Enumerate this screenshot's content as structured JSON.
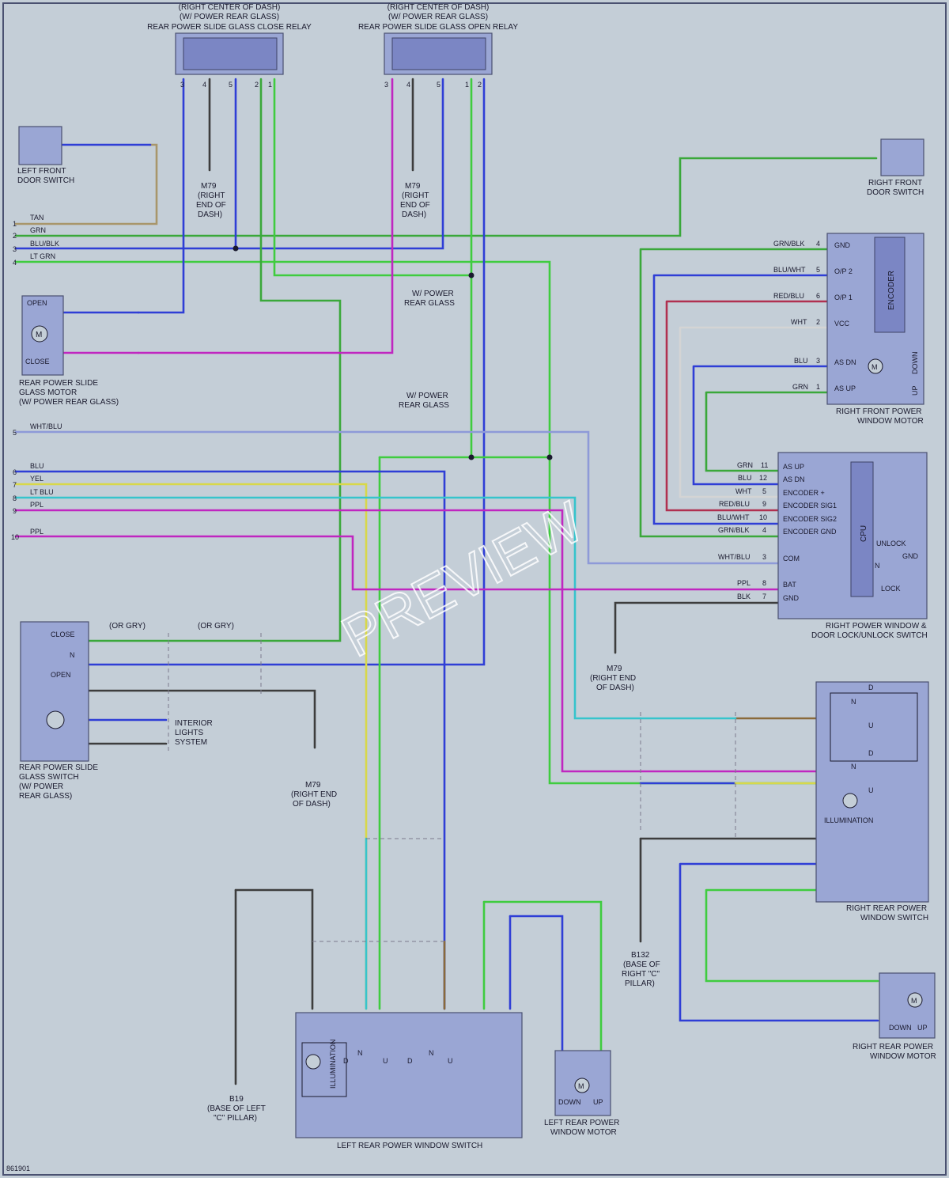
{
  "colors": {
    "BLU": "#2f3ed6",
    "GRN": "#3aa83a",
    "LTGRN": "#3fcc3f",
    "TAN": "#a8966b",
    "PPL": "#c026c0",
    "YEL": "#d8d84a",
    "LTBLU": "#36c4cc",
    "BLK": "#3d3d3d",
    "WHT": "#d4d4d4",
    "BRN": "#8a6a3a",
    "RED": "#b03050",
    "WHTBLU": "#8e9ad8"
  },
  "watermark": "PREVIEW",
  "figure_id": "861901",
  "components": {
    "close_relay": {
      "title1": "(RIGHT CENTER OF DASH)",
      "title2": "(W/ POWER REAR GLASS)",
      "title3": "REAR POWER SLIDE GLASS CLOSE RELAY",
      "pins": [
        "3",
        "4",
        "5",
        "2",
        "1"
      ]
    },
    "open_relay": {
      "title1": "(RIGHT CENTER OF DASH)",
      "title2": "(W/ POWER REAR GLASS)",
      "title3": "REAR POWER SLIDE GLASS OPEN RELAY",
      "pins": [
        "3",
        "4",
        "5",
        "1",
        "2"
      ]
    },
    "left_front_door_switch": {
      "label1": "LEFT FRONT",
      "label2": "DOOR SWITCH"
    },
    "right_front_door_switch": {
      "label1": "RIGHT FRONT",
      "label2": "DOOR SWITCH"
    },
    "slide_glass_motor": {
      "open": "OPEN",
      "close": "CLOSE",
      "m": "M",
      "label1": "REAR POWER SLIDE",
      "label2": "GLASS MOTOR",
      "label3": "(W/ POWER REAR GLASS)"
    },
    "rf_window_motor": {
      "label1": "RIGHT FRONT POWER",
      "label2": "WINDOW MOTOR",
      "encoder": "ENCODER",
      "down": "DOWN",
      "up": "UP",
      "m": "M",
      "pins": [
        {
          "wire": "GRN/BLK",
          "num": "4",
          "name": "GND"
        },
        {
          "wire": "BLU/WHT",
          "num": "5",
          "name": "O/P 2"
        },
        {
          "wire": "RED/BLU",
          "num": "6",
          "name": "O/P 1"
        },
        {
          "wire": "WHT",
          "num": "2",
          "name": "VCC"
        },
        {
          "wire": "BLU",
          "num": "3",
          "name": "AS DN"
        },
        {
          "wire": "GRN",
          "num": "1",
          "name": "AS UP"
        }
      ]
    },
    "rp_switch": {
      "label1": "RIGHT POWER WINDOW &",
      "label2": "DOOR LOCK/UNLOCK SWITCH",
      "cpu": "CPU",
      "unlock": "UNLOCK",
      "lock": "LOCK",
      "n": "N",
      "gnd": "GND",
      "pins": [
        {
          "wire": "GRN",
          "num": "11",
          "name": "AS UP"
        },
        {
          "wire": "BLU",
          "num": "12",
          "name": "AS DN"
        },
        {
          "wire": "WHT",
          "num": "5",
          "name": "ENCODER +"
        },
        {
          "wire": "RED/BLU",
          "num": "9",
          "name": "ENCODER SIG1"
        },
        {
          "wire": "BLU/WHT",
          "num": "10",
          "name": "ENCODER SIG2"
        },
        {
          "wire": "GRN/BLK",
          "num": "4",
          "name": "ENCODER GND"
        },
        {
          "wire": "WHT/BLU",
          "num": "3",
          "name": "COM"
        },
        {
          "wire": "PPL",
          "num": "8",
          "name": "BAT"
        },
        {
          "wire": "BLK",
          "num": "7",
          "name": "GND"
        }
      ]
    },
    "slide_glass_switch": {
      "close": "CLOSE",
      "n": "N",
      "open": "OPEN",
      "label1": "REAR POWER SLIDE",
      "label2": "GLASS SWITCH",
      "label3": "(W/ POWER",
      "label4": "REAR GLASS)",
      "interior1": "INTERIOR",
      "interior2": "LIGHTS",
      "interior3": "SYSTEM"
    },
    "rr_switch": {
      "label1": "RIGHT REAR POWER",
      "label2": "WINDOW SWITCH",
      "illumination": "ILLUMINATION",
      "d": "D",
      "n": "N",
      "u": "U"
    },
    "rr_motor": {
      "label1": "RIGHT REAR POWER",
      "label2": "WINDOW MOTOR",
      "down": "DOWN",
      "up": "UP",
      "m": "M"
    },
    "lr_switch": {
      "label": "LEFT REAR POWER WINDOW SWITCH",
      "illumination": "ILLUMINATION",
      "d": "D",
      "n": "N",
      "u": "U"
    },
    "lr_motor": {
      "label1": "LEFT REAR POWER",
      "label2": "WINDOW MOTOR",
      "down": "DOWN",
      "up": "UP",
      "m": "M"
    }
  },
  "grounds": {
    "m79": {
      "l1": "M79",
      "l2": "(RIGHT",
      "l3": "END OF",
      "l4": "DASH)"
    },
    "m79b": {
      "l1": "M79",
      "l2": "(RIGHT END",
      "l3": "OF DASH)"
    },
    "b132": {
      "l1": "B132",
      "l2": "(BASE OF",
      "l3": "RIGHT \"C\"",
      "l4": "PILLAR)"
    },
    "b19": {
      "l1": "B19",
      "l2": "(BASE OF LEFT",
      "l3": "\"C\" PILLAR)"
    }
  },
  "left_lines": [
    {
      "num": "1",
      "wire": "TAN"
    },
    {
      "num": "2",
      "wire": "GRN"
    },
    {
      "num": "3",
      "wire": "BLU/BLK"
    },
    {
      "num": "4",
      "wire": "LT GRN"
    },
    {
      "num": "5",
      "wire": "WHT/BLU"
    },
    {
      "num": "6",
      "wire": "BLU"
    },
    {
      "num": "7",
      "wire": "YEL"
    },
    {
      "num": "8",
      "wire": "LT BLU"
    },
    {
      "num": "9",
      "wire": "PPL"
    },
    {
      "num": "10",
      "wire": "PPL"
    }
  ],
  "notes": {
    "w_power_rear_glass1": "W/ POWER",
    "w_power_rear_glass2": "REAR GLASS",
    "or_gry": "(OR GRY)"
  }
}
